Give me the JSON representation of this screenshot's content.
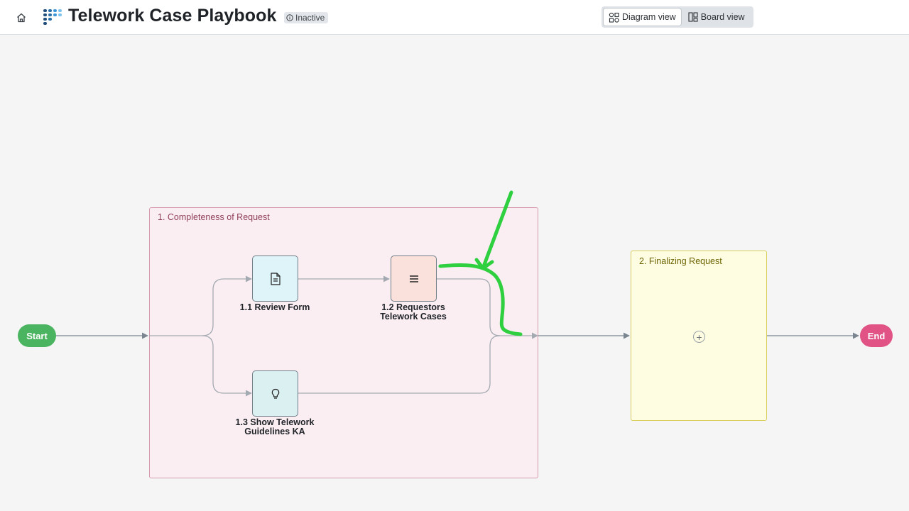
{
  "header": {
    "title": "Telework Case Playbook",
    "status": "Inactive",
    "views": {
      "diagram": "Diagram view",
      "board": "Board view",
      "active": "diagram"
    }
  },
  "diagram": {
    "start_label": "Start",
    "end_label": "End",
    "stages": [
      {
        "title": "1. Completeness of Request",
        "tasks": [
          {
            "label": "1.1 Review Form",
            "icon": "form-document-icon"
          },
          {
            "label_line1": "1.2 Requestors",
            "label_line2": "Telework Cases",
            "icon": "list-icon"
          },
          {
            "label_line1": "1.3 Show Telework",
            "label_line2": "Guidelines KA",
            "icon": "lightbulb-icon"
          }
        ]
      },
      {
        "title": "2. Finalizing Request",
        "tasks": []
      }
    ]
  },
  "colors": {
    "start": "#4bb460",
    "end": "#e05384",
    "stage1_bg": "#fbeef2",
    "stage2_bg": "#fefde2",
    "annotation": "#2fd040",
    "connector": "#9aa1a8"
  }
}
